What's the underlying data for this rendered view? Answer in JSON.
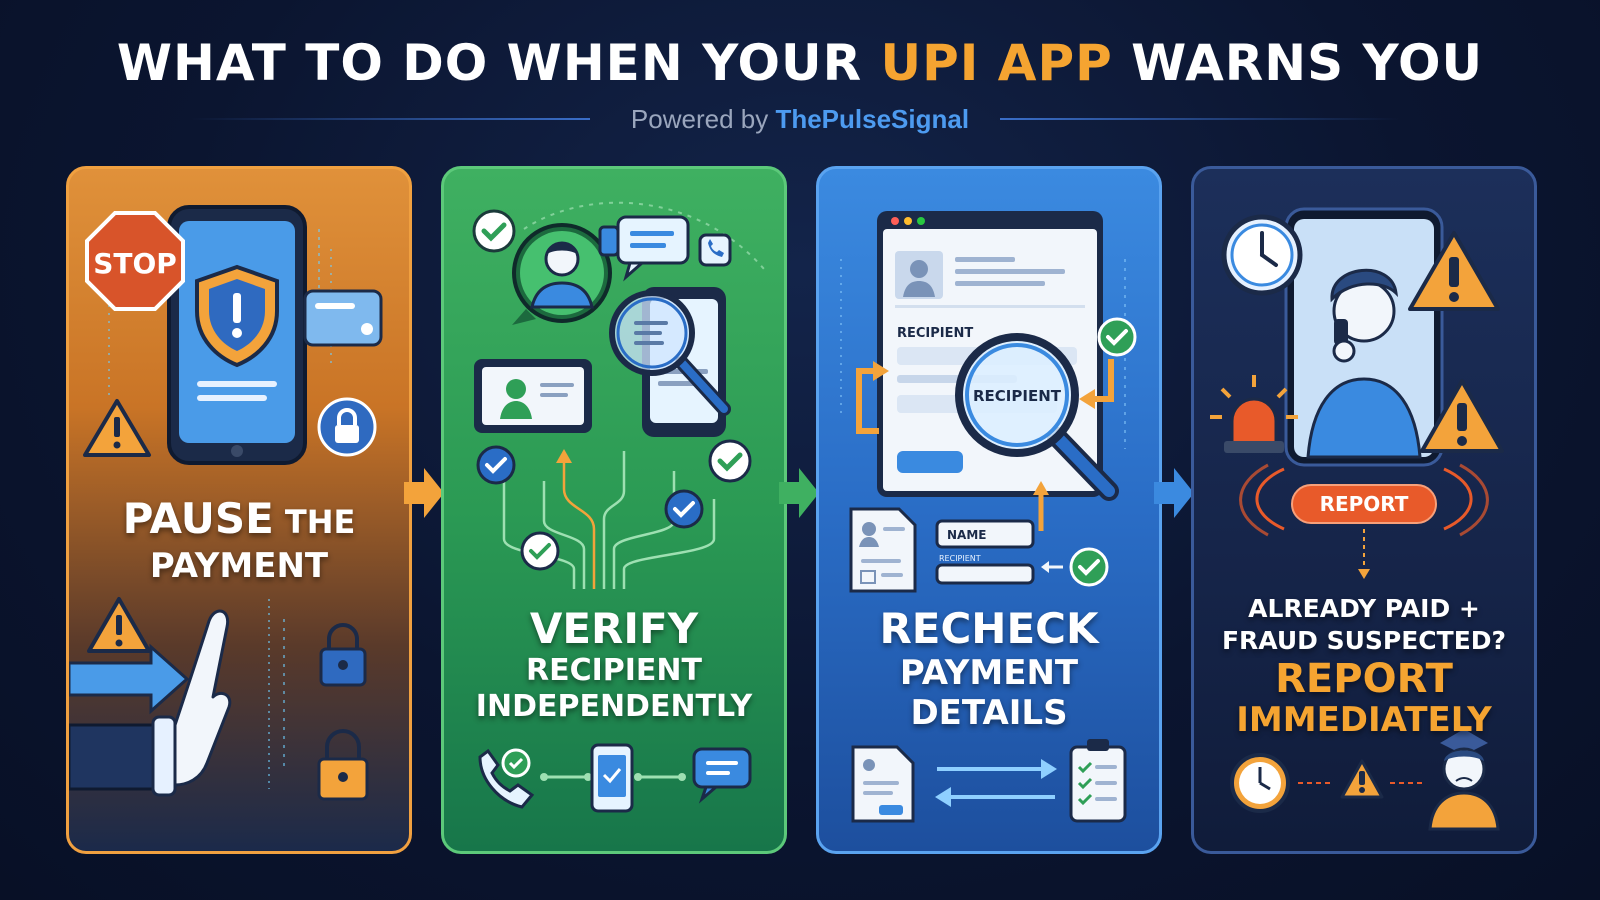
{
  "header": {
    "title_pre": "WHAT TO DO WHEN YOUR ",
    "title_highlight": "UPI APP",
    "title_post": " WARNS YOU",
    "subtitle_pre": "Powered by ",
    "subtitle_brand": "ThePulseSignal"
  },
  "panels": [
    {
      "art_labels": {
        "stop": "STOP"
      },
      "heading_big": "PAUSE",
      "heading_small": " THE",
      "heading_line2": "PAYMENT"
    },
    {
      "heading_line1": "VERIFY",
      "heading_line2": "RECIPIENT",
      "heading_line3": "INDEPENDENTLY"
    },
    {
      "art_labels": {
        "recipient_form": "RECIPIENT",
        "recipient_lens": "RECIPIENT",
        "name_field": "NAME",
        "recipient_small": "RECIPIENT"
      },
      "heading_line1": "RECHECK",
      "heading_line2": "PAYMENT",
      "heading_line3": "DETAILS"
    },
    {
      "art_labels": {
        "report_button": "REPORT"
      },
      "heading_line1": "ALREADY PAID +",
      "heading_line2": "FRAUD SUSPECTED?",
      "heading_line3": "REPORT",
      "heading_line4": "IMMEDIATELY"
    }
  ],
  "icons": {
    "p1": [
      "stop-sign-icon",
      "phone-shield-icon",
      "credit-card-icon",
      "warning-icon",
      "lock-icon",
      "hand-stop-icon",
      "arrow-right-icon"
    ],
    "p2": [
      "check-icon",
      "person-chat-icon",
      "chat-bubble-icon",
      "phone-call-icon",
      "id-card-icon",
      "magnifier-icon",
      "phone-icon"
    ],
    "p3": [
      "browser-window-icon",
      "magnifier-icon",
      "check-icon",
      "document-icon",
      "clipboard-checklist-icon"
    ],
    "p4": [
      "clock-icon",
      "person-phone-icon",
      "warning-icon",
      "alarm-siren-icon",
      "worried-person-icon"
    ]
  },
  "colors": {
    "accent_orange": "#f5a431",
    "brand_blue": "#4d9bf0",
    "panel1": "#d8843a",
    "panel2": "#2f9f57",
    "panel3": "#2f74d0",
    "panel4": "#17284e",
    "report_red": "#e85a2a"
  }
}
